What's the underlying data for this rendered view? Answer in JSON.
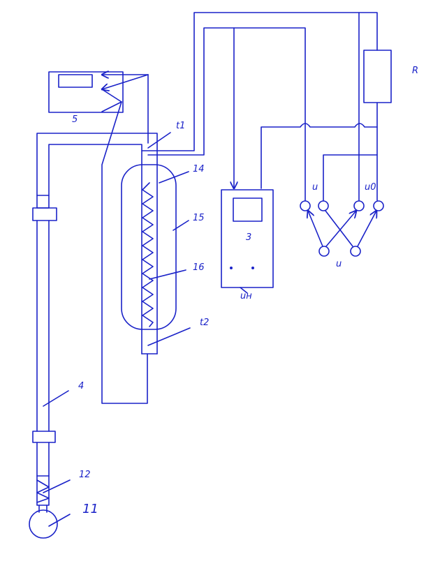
{
  "colors": {
    "line": "#1a22c8",
    "background": "#ffffff"
  },
  "labels": {
    "l5": "5",
    "l11": "11",
    "l12": "12",
    "l4": "4",
    "l14": "14",
    "l15": "15",
    "l16": "16",
    "t1": "t1",
    "t2": "t2",
    "l3": "3",
    "un": "uн",
    "u_left": "u",
    "u0": "u0",
    "u_bottom": "u",
    "R": "R"
  }
}
